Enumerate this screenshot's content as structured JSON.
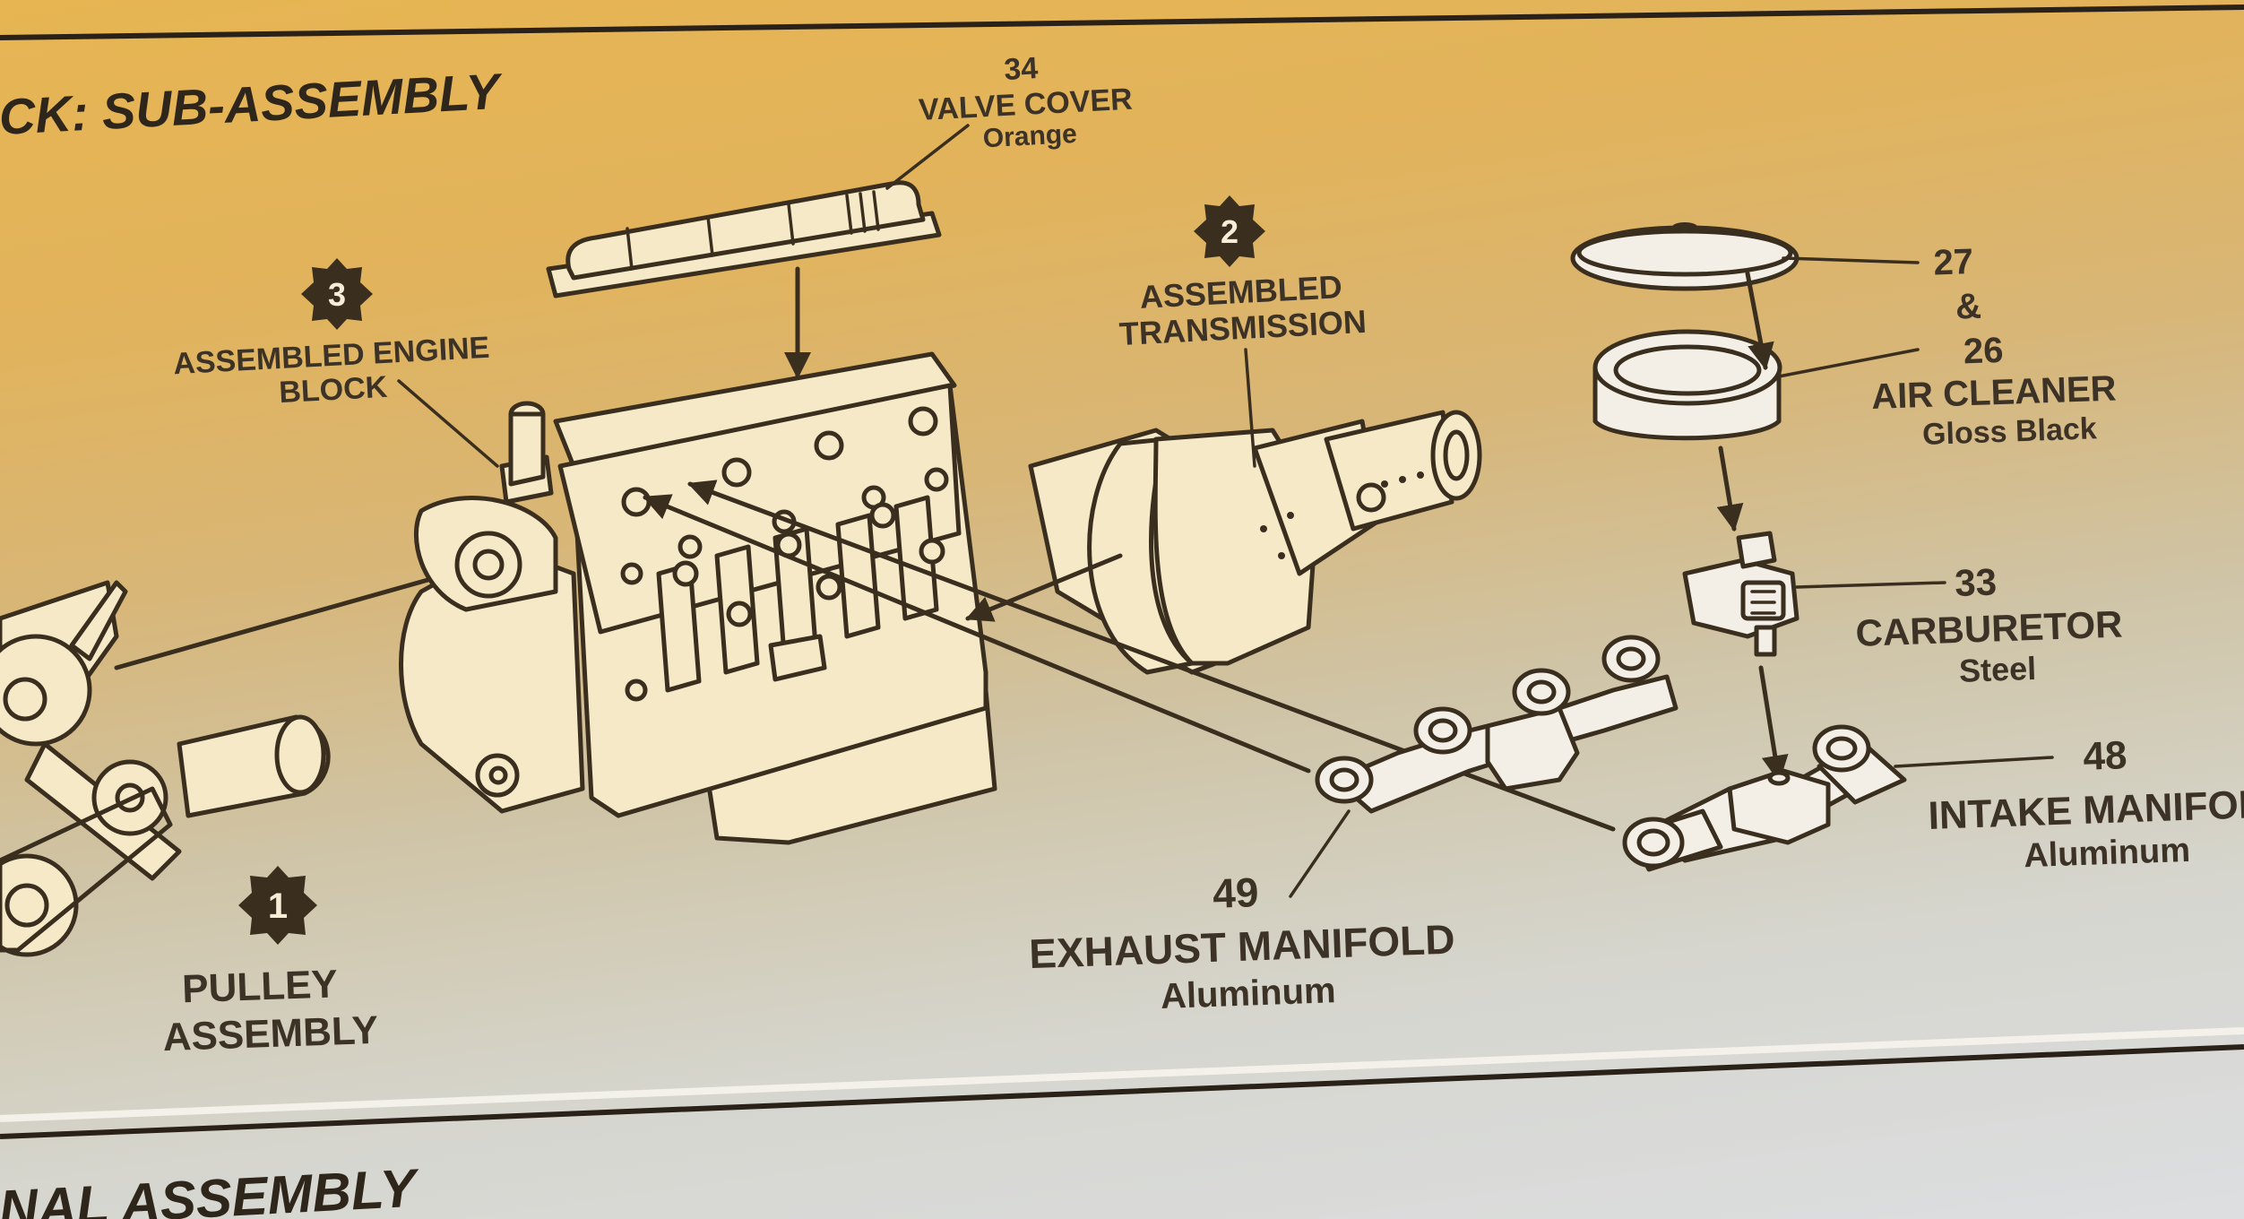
{
  "section_title": "CK: SUB-ASSEMBLY",
  "next_section_title": "NAL ASSEMBLY",
  "colors": {
    "ink": "#3a2e1f",
    "paper_warm": "#e7b552",
    "paper_cool": "#dcdee0",
    "part_fill": "#f6e9c8"
  },
  "steps": [
    {
      "number": "3",
      "line1": "ASSEMBLED ENGINE",
      "line2": "BLOCK"
    },
    {
      "number": "2",
      "line1": "ASSEMBLED",
      "line2": "TRANSMISSION"
    },
    {
      "number": "1",
      "line1": "PULLEY",
      "line2": "ASSEMBLY"
    }
  ],
  "parts": {
    "valve_cover": {
      "number": "34",
      "name": "VALVE COVER",
      "finish": "Orange"
    },
    "air_cleaner": {
      "number_top": "27",
      "conjunction": "&",
      "number_bottom": "26",
      "name": "AIR CLEANER",
      "finish": "Gloss Black"
    },
    "carburetor": {
      "number": "33",
      "name": "CARBURETOR",
      "finish": "Steel"
    },
    "intake_manifold": {
      "number": "48",
      "name": "INTAKE MANIFOLD",
      "finish": "Aluminum"
    },
    "exhaust_manifold": {
      "number": "49",
      "name": "EXHAUST MANIFOLD",
      "finish": "Aluminum"
    }
  }
}
